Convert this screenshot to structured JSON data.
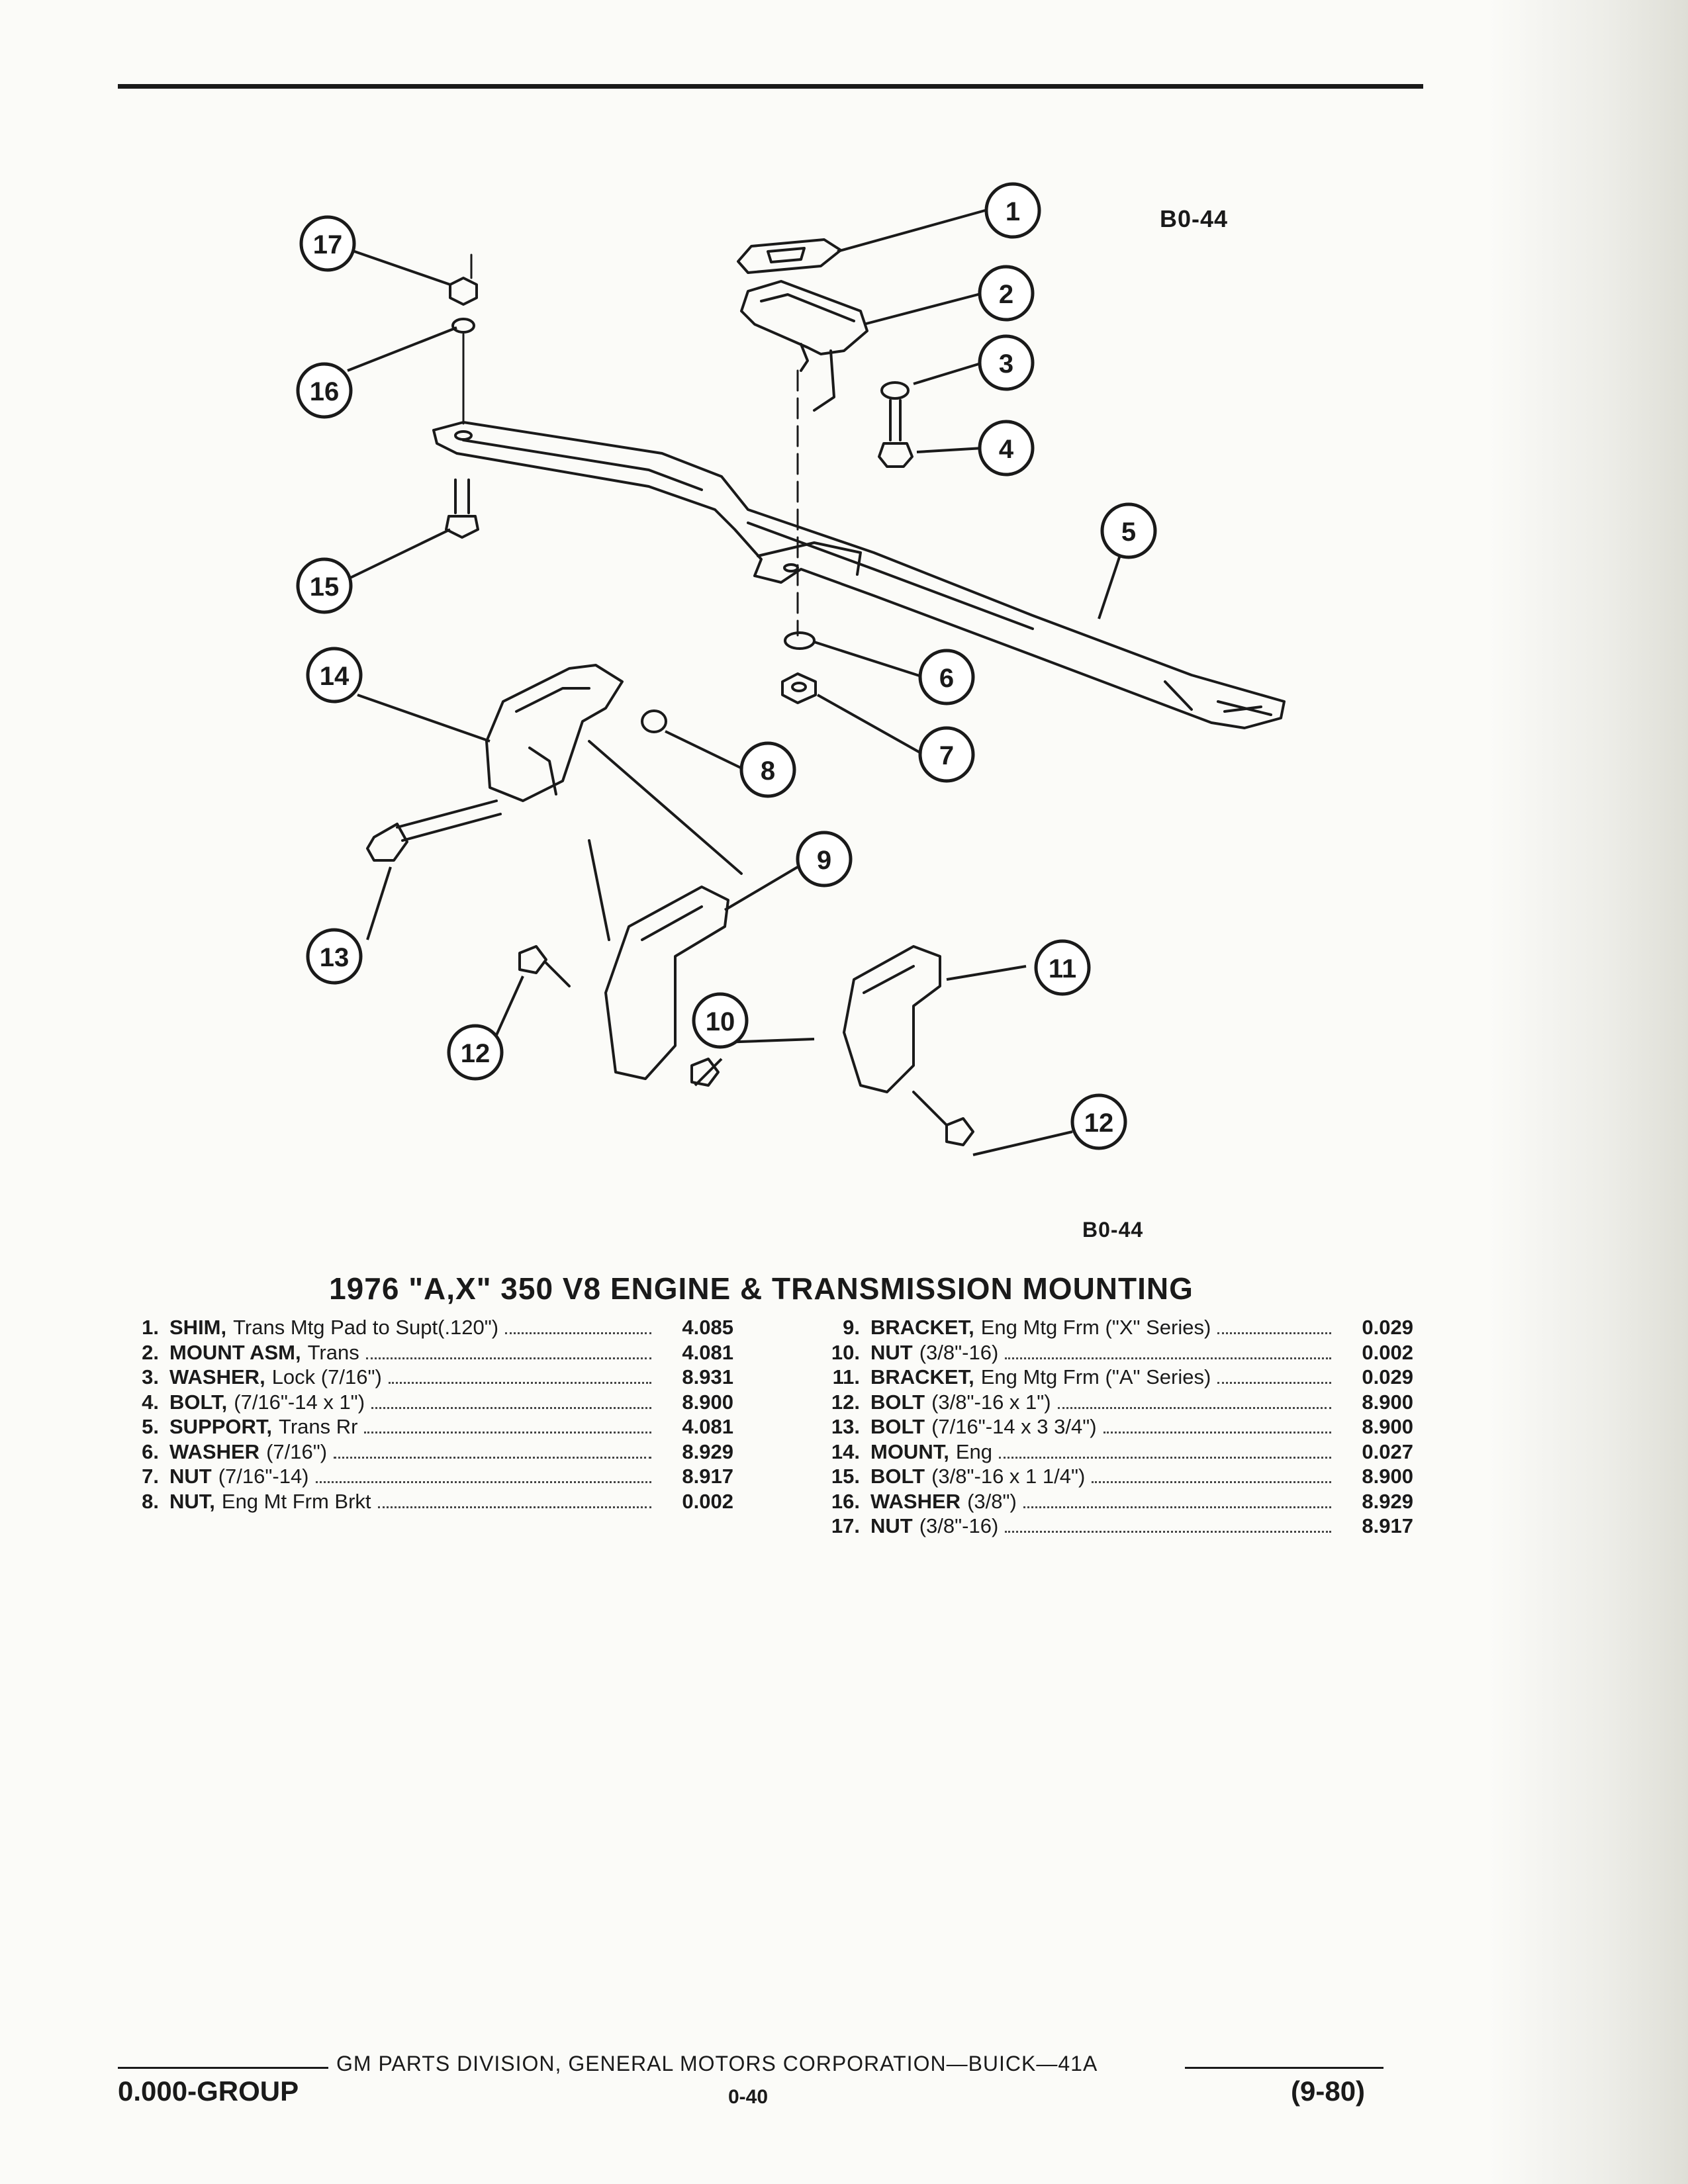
{
  "figure_code": "B0-44",
  "title": "1976 \"A,X\" 350 V8 ENGINE & TRANSMISSION MOUNTING",
  "callouts": [
    "1",
    "2",
    "3",
    "4",
    "5",
    "6",
    "7",
    "8",
    "9",
    "10",
    "11",
    "12",
    "12",
    "13",
    "14",
    "15",
    "16",
    "17"
  ],
  "parts_left": [
    {
      "num": "1.",
      "name": "SHIM,",
      "desc": "Trans Mtg Pad to Supt(.120\")",
      "code": "4.085"
    },
    {
      "num": "2.",
      "name": "MOUNT ASM,",
      "desc": "Trans",
      "code": "4.081"
    },
    {
      "num": "3.",
      "name": "WASHER,",
      "desc": "Lock (7/16\")",
      "code": "8.931"
    },
    {
      "num": "4.",
      "name": "BOLT,",
      "desc": "(7/16\"-14 x 1\")",
      "code": "8.900"
    },
    {
      "num": "5.",
      "name": "SUPPORT,",
      "desc": "Trans Rr",
      "code": "4.081"
    },
    {
      "num": "6.",
      "name": "WASHER",
      "desc": "(7/16\")",
      "code": "8.929"
    },
    {
      "num": "7.",
      "name": "NUT",
      "desc": "(7/16\"-14)",
      "code": "8.917"
    },
    {
      "num": "8.",
      "name": "NUT,",
      "desc": "Eng Mt Frm Brkt",
      "code": "0.002"
    }
  ],
  "parts_right": [
    {
      "num": "9.",
      "name": "BRACKET,",
      "desc": "Eng Mtg Frm (\"X\" Series)",
      "code": "0.029"
    },
    {
      "num": "10.",
      "name": "NUT",
      "desc": "(3/8\"-16)",
      "code": "0.002"
    },
    {
      "num": "11.",
      "name": "BRACKET,",
      "desc": "Eng Mtg Frm (\"A\" Series)",
      "code": "0.029"
    },
    {
      "num": "12.",
      "name": "BOLT",
      "desc": "(3/8\"-16 x 1\")",
      "code": "8.900"
    },
    {
      "num": "13.",
      "name": "BOLT",
      "desc": "(7/16\"-14 x 3 3/4\")",
      "code": "8.900"
    },
    {
      "num": "14.",
      "name": "MOUNT,",
      "desc": "Eng",
      "code": "0.027"
    },
    {
      "num": "15.",
      "name": "BOLT",
      "desc": "(3/8\"-16 x 1 1/4\")",
      "code": "8.900"
    },
    {
      "num": "16.",
      "name": "WASHER",
      "desc": "(3/8\")",
      "code": "8.929"
    },
    {
      "num": "17.",
      "name": "NUT",
      "desc": "(3/8\"-16)",
      "code": "8.917"
    }
  ],
  "footer": {
    "division": "GM PARTS DIVISION, GENERAL MOTORS CORPORATION—BUICK—41A",
    "group": "0.000-GROUP",
    "page": "0-40",
    "date": "(9-80)"
  }
}
